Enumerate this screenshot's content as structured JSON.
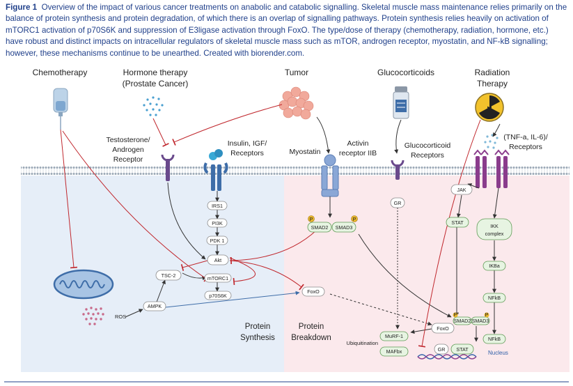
{
  "caption": {
    "label": "Figure 1",
    "text": "Overview of the impact of various cancer treatments on anabolic and catabolic signalling. Skeletal muscle mass maintenance relies primarily on the balance of protein synthesis and protein degradation, of which there is an overlap of signalling pathways. Protein synthesis relies heavily on activation of mTORC1 activation of p70S6K and suppression of E3ligase activation through FoxO. The type/dose of therapy (chemotherapy, radiation, hormone, etc.) have robust and distinct impacts on intracellular regulators of skeletal muscle mass such as mTOR, androgen receptor, myostatin, and NF-kB signalling; however, these mechanisms continue to be unearthed. Created with biorender.com."
  },
  "sources": {
    "chemotherapy": "Chemotherapy",
    "hormone_1": "Hormone therapy",
    "hormone_2": "(Prostate Cancer)",
    "tumor": "Tumor",
    "glucocorticoids": "Glucocorticoids",
    "radiation_1": "Radiation",
    "radiation_2": "Therapy"
  },
  "receptors": {
    "testosterone_1": "Testosterone/",
    "testosterone_2": "Androgen",
    "testosterone_3": "Receptor",
    "insulin_1": "Insulin, IGF/",
    "insulin_2": "Receptors",
    "myostatin": "Myostatin",
    "activin_1": "Activin",
    "activin_2": "receptor IIB",
    "gluco_1": "Glucocorticoid",
    "gluco_2": "Receptors",
    "cytokine_1": "(TNF-a, IL-6)/",
    "cytokine_2": "Receptors"
  },
  "nodes": {
    "irs1": "IRS1",
    "pi3k": "PI3K",
    "pdk1": "PDK 1",
    "akt": "Akt",
    "tsc2": "TSC-2",
    "mtorc1": "mTORC1",
    "p70s6k": "p70S6K",
    "ampk": "AMPK",
    "ros": "ROS",
    "smad2": "SMAD2",
    "smad3": "SMAD3",
    "p": "P",
    "foxo": "FoxO",
    "gr": "GR",
    "jak": "JAK",
    "stat": "STAT",
    "ikk_1": "IKK",
    "ikk_2": "complex",
    "ikba": "IKBa",
    "nfkb": "NFkB",
    "murf1": "MuRF-1",
    "mafbx": "MAFbx",
    "ubiquitination": "Ubiquitination",
    "nucleus": "Nucleus"
  },
  "regions": {
    "synthesis_1": "Protein",
    "synthesis_2": "Synthesis",
    "breakdown_1": "Protein",
    "breakdown_2": "Breakdown"
  },
  "colors": {
    "caption": "#1f3f8a",
    "synthesis_bg": "#e6eef8",
    "breakdown_bg": "#fbe9ec",
    "inhibition": "#c0272d",
    "receptor_purple": "#6a4a8c",
    "receptor_blue": "#3e6da8",
    "smad_green": "#e7f4e2",
    "nucleus_blue": "#2f5fa8"
  }
}
